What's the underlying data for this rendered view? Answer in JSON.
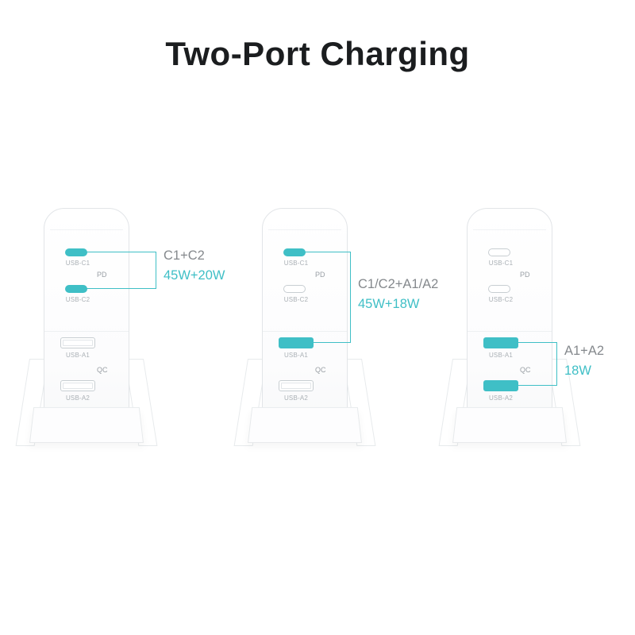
{
  "title": "Two-Port Charging",
  "colors": {
    "accent": "#3FBFC6",
    "label": "#85898D",
    "port_label": "#AAB0B5",
    "tag": "#9AA0A5"
  },
  "chargers": [
    {
      "id": "charger-1",
      "pd": "PD",
      "qc": "QC",
      "ports": [
        {
          "label": "USB-C1",
          "type": "usb-c",
          "active": true
        },
        {
          "label": "USB-C2",
          "type": "usb-c",
          "active": true
        },
        {
          "label": "USB-A1",
          "type": "usb-a",
          "active": false
        },
        {
          "label": "USB-A2",
          "type": "usb-a",
          "active": false
        }
      ],
      "callout": {
        "combo": "C1+C2",
        "watts": "45W+20W"
      }
    },
    {
      "id": "charger-2",
      "pd": "PD",
      "qc": "QC",
      "ports": [
        {
          "label": "USB-C1",
          "type": "usb-c",
          "active": true
        },
        {
          "label": "USB-C2",
          "type": "usb-c",
          "active": false
        },
        {
          "label": "USB-A1",
          "type": "usb-a",
          "active": true
        },
        {
          "label": "USB-A2",
          "type": "usb-a",
          "active": false
        }
      ],
      "callout": {
        "combo": "C1/C2+A1/A2",
        "watts": "45W+18W"
      }
    },
    {
      "id": "charger-3",
      "pd": "PD",
      "qc": "QC",
      "ports": [
        {
          "label": "USB-C1",
          "type": "usb-c",
          "active": false
        },
        {
          "label": "USB-C2",
          "type": "usb-c",
          "active": false
        },
        {
          "label": "USB-A1",
          "type": "usb-a",
          "active": true
        },
        {
          "label": "USB-A2",
          "type": "usb-a",
          "active": true
        }
      ],
      "callout": {
        "combo": "A1+A2",
        "watts": "18W"
      }
    }
  ]
}
